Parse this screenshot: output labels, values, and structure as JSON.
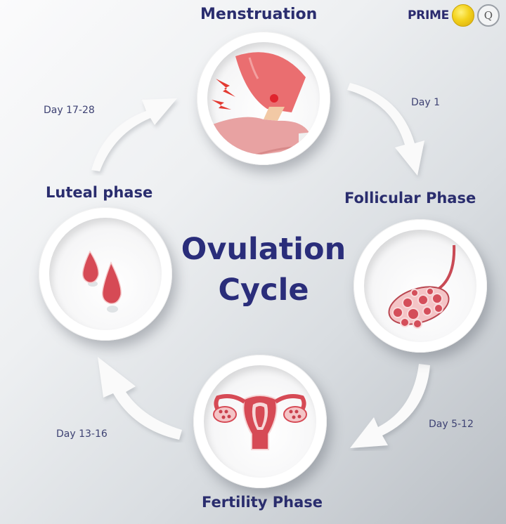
{
  "logo": {
    "text": "PRIME",
    "badge_glyph": "Q"
  },
  "center": {
    "line1": "Ovulation",
    "line2": "Cycle"
  },
  "phases": [
    {
      "title": "Menstruation",
      "icon": "cramping-woman-icon"
    },
    {
      "title": "Follicular Phase",
      "day": "Day 1",
      "icon": "follicle-icon"
    },
    {
      "title": "Fertility Phase",
      "day": "Day 5-12",
      "icon": "uterus-icon"
    },
    {
      "title": "Luteal phase",
      "day": "Day 13-16",
      "icon": "blood-drops-icon"
    }
  ],
  "cycle_end_day": "Day 17-28",
  "colors": {
    "title": "#2a2d6e",
    "accent": "#d64a55",
    "background_start": "#fbfbfc",
    "background_end": "#b9bec4"
  }
}
